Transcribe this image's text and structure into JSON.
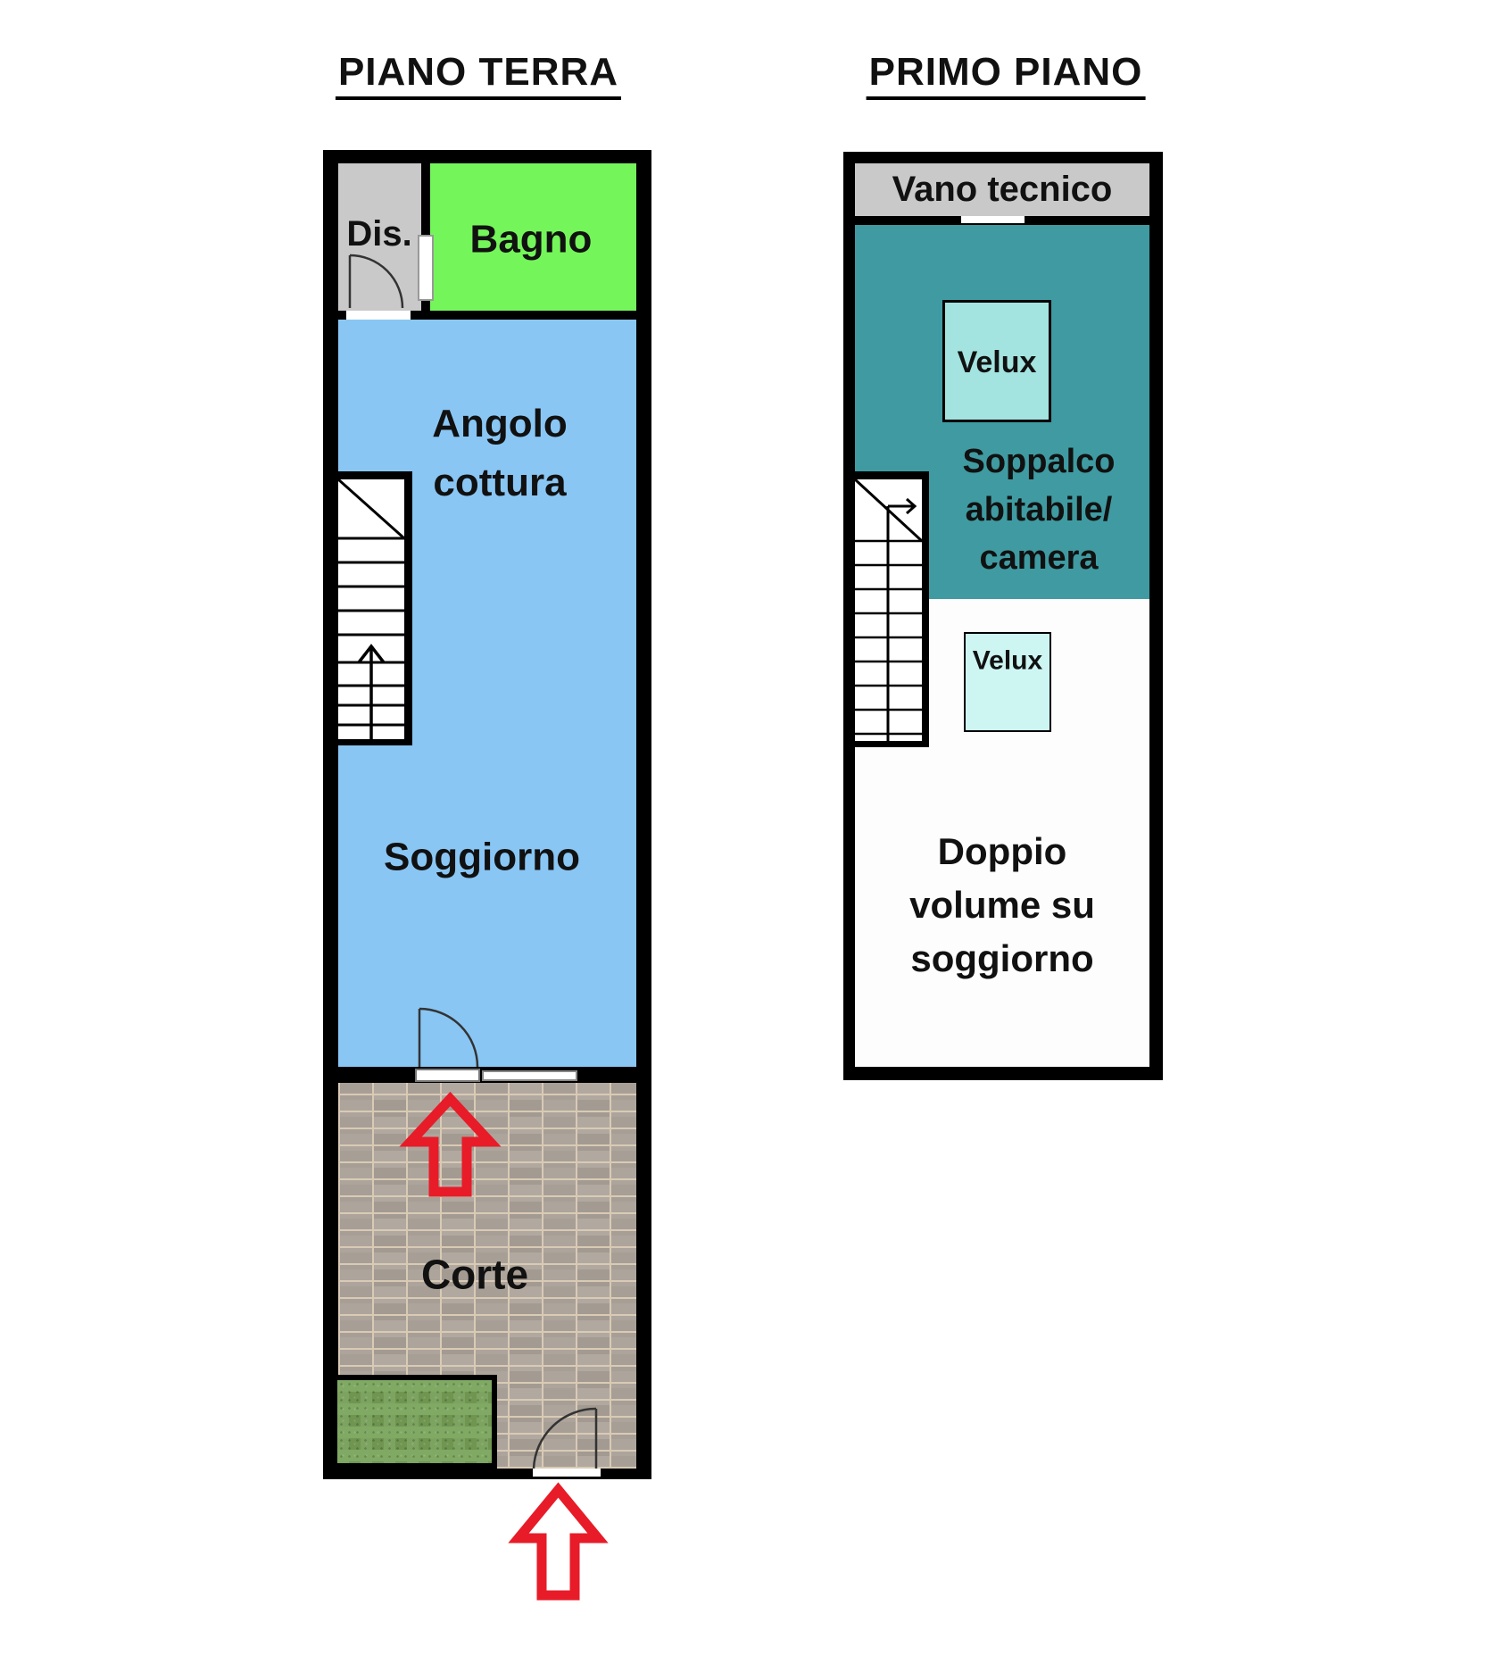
{
  "titles": {
    "ground_floor": "PIANO TERRA",
    "first_floor": "PRIMO PIANO"
  },
  "ground_floor": {
    "dis_label": "Dis.",
    "bagno_label": "Bagno",
    "angolo_line1": "Angolo",
    "angolo_line2": "cottura",
    "soggiorno_label": "Soggiorno",
    "corte_label": "Corte"
  },
  "first_floor": {
    "vano_label": "Vano tecnico",
    "velux_upper_label": "Velux",
    "soppalco_line1": "Soppalco",
    "soppalco_line2": "abitabile/",
    "soppalco_line3": "camera",
    "velux_lower_label": "Velux",
    "doppio_line1": "Doppio",
    "doppio_line2": "volume su",
    "doppio_line3": "soggiorno"
  },
  "colors": {
    "page-bg": "#ffffff",
    "wall": "#000000",
    "room-gray": "#c9c9c9",
    "bagno-green": "#74f65a",
    "living-blue": "#89c6f4",
    "teal": "#3f9ba1",
    "velux-upper": "#a3e3e0",
    "velux-lower": "#cdf6f3",
    "paving-base": "#aba49c",
    "paving-mortar": "#d9cab5",
    "grass-green": "#7ba35f",
    "arrow-red": "#e81b28",
    "label-ink": "#111111"
  }
}
